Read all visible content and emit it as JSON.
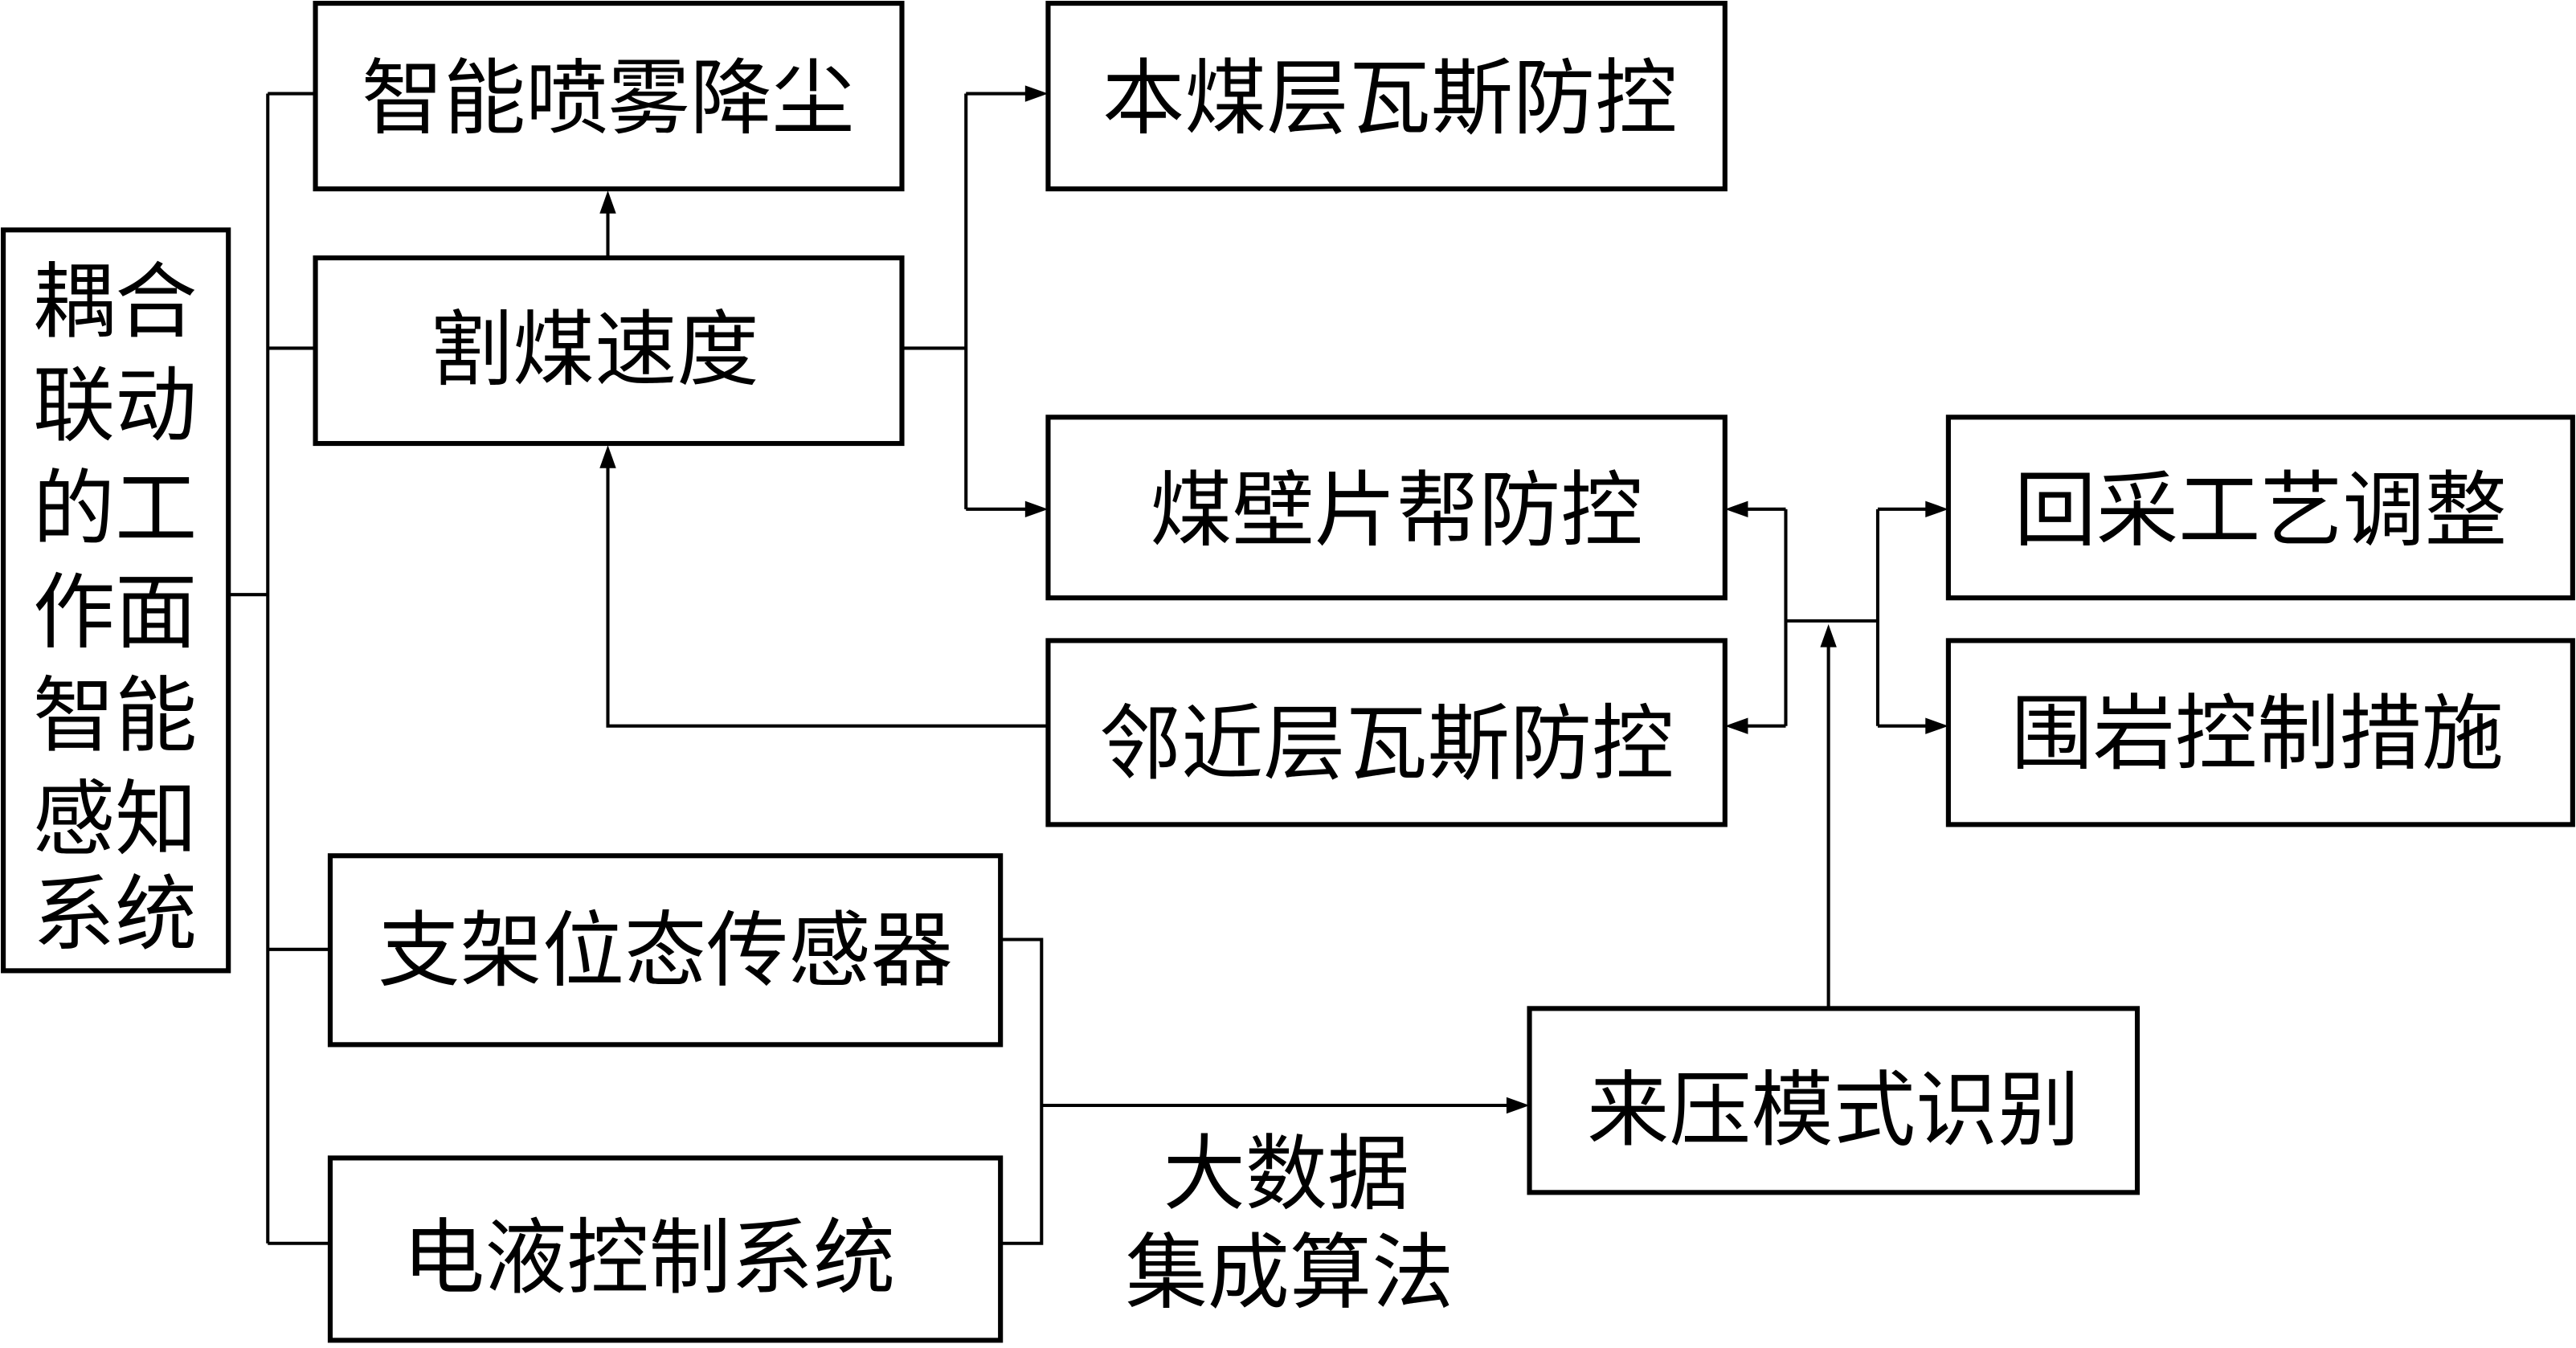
{
  "diagram": {
    "root": {
      "lines": [
        "耦合",
        "联动",
        "的工",
        "作面",
        "智能",
        "感知",
        "系统"
      ]
    },
    "nodes": {
      "spray": "智能喷雾降尘",
      "cutting_speed": "割煤速度",
      "seam_gas": "本煤层瓦斯防控",
      "rib_spall": "煤壁片帮防控",
      "adjacent_gas": "邻近层瓦斯防控",
      "mining_process": "回采工艺调整",
      "rock_control": "围岩控制措施",
      "support_sensor": "支架位态传感器",
      "hydraulic_control": "电液控制系统",
      "pressure_recognition": "来压模式识别"
    },
    "edge_label": {
      "line1": "大数据",
      "line2": "集成算法"
    },
    "colors": {
      "stroke": "#000000",
      "background": "#ffffff"
    }
  }
}
